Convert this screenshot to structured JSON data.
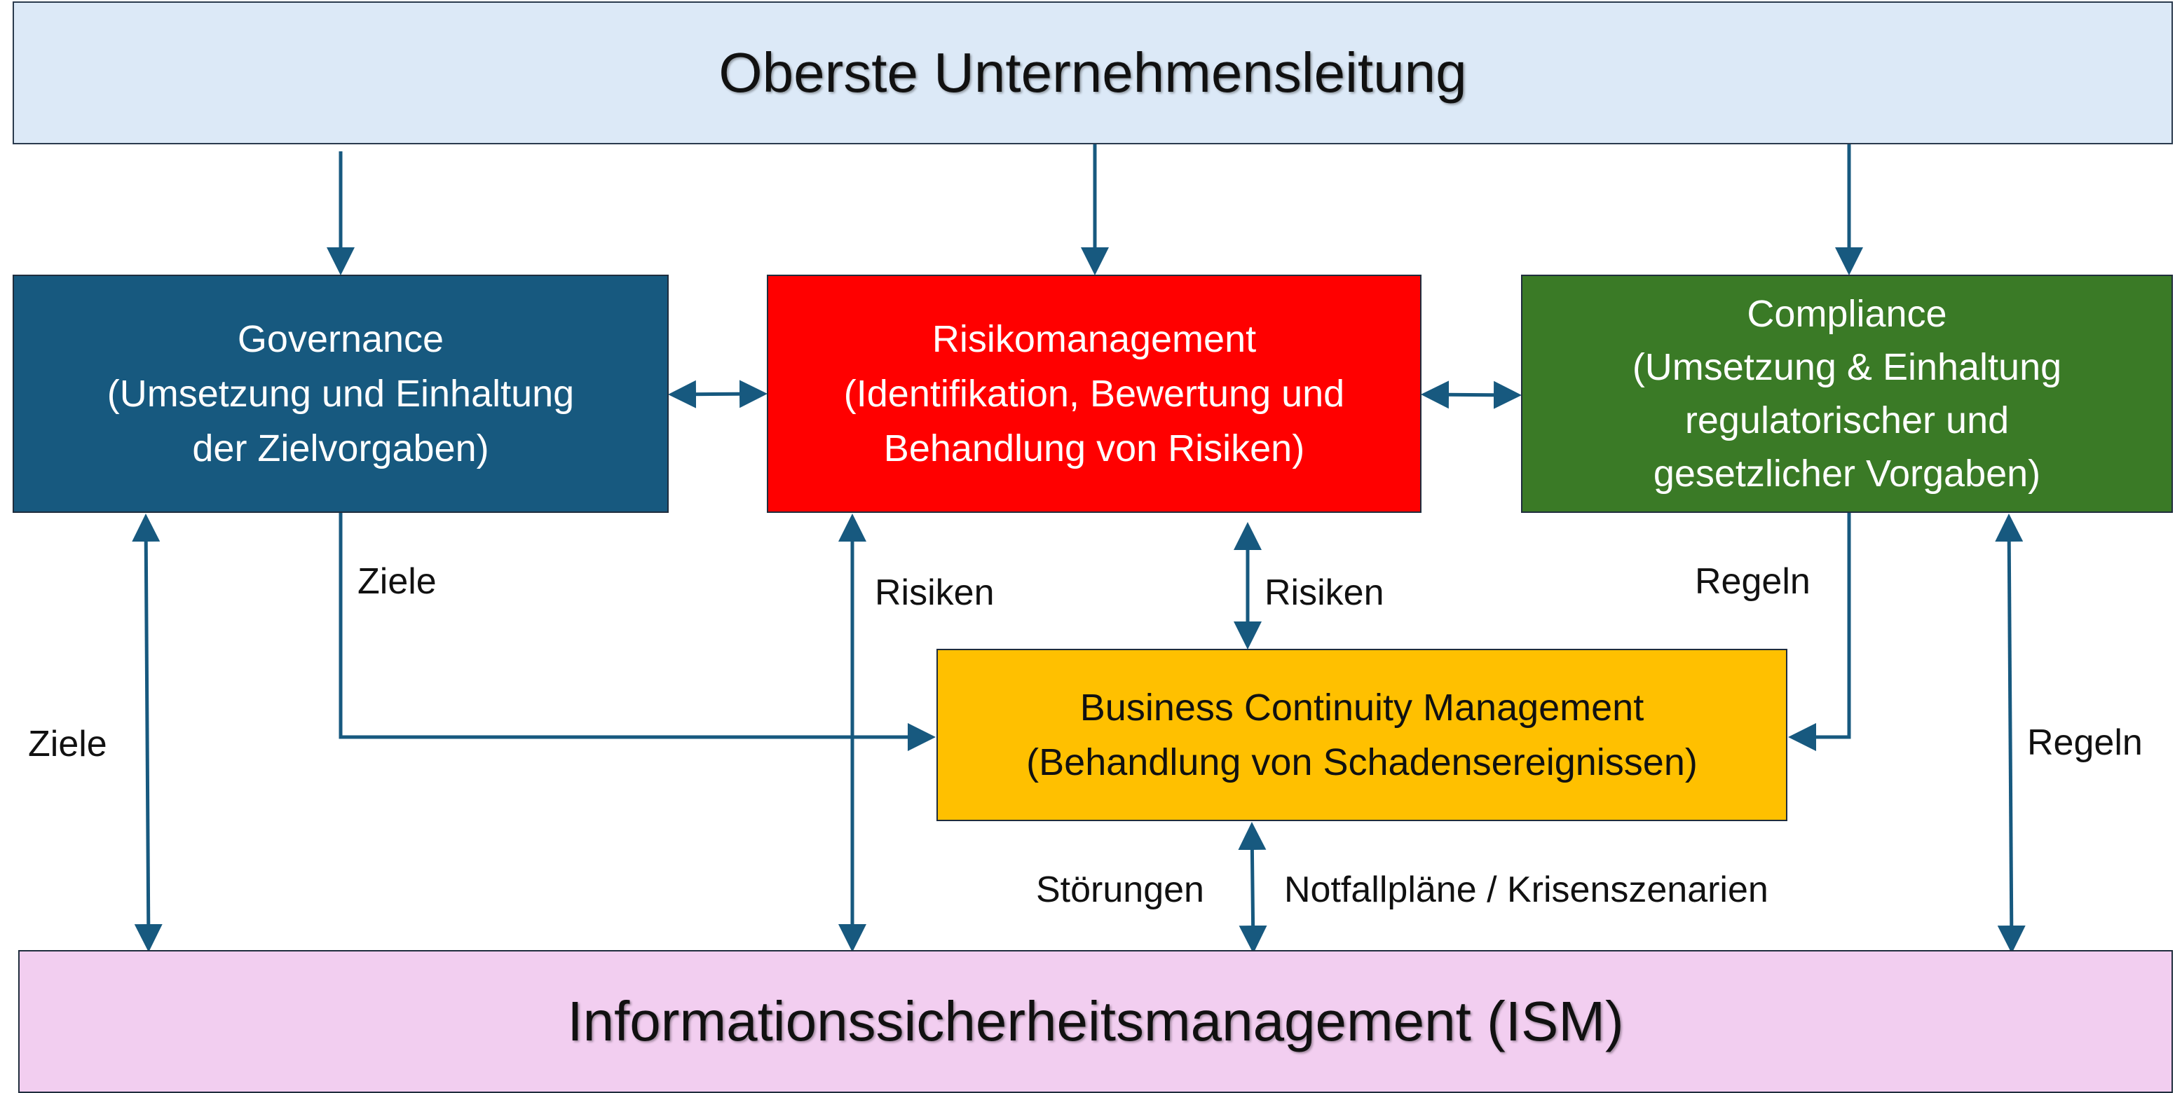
{
  "boxes": {
    "top": {
      "lines": [
        "Oberste Unternehmensleitung"
      ]
    },
    "governance": {
      "lines": [
        "Governance",
        "(Umsetzung und Einhaltung",
        "der Zielvorgaben)"
      ]
    },
    "risk": {
      "lines": [
        "Risikomanagement",
        "(Identifikation, Bewertung und",
        "Behandlung von Risiken)"
      ]
    },
    "compliance": {
      "lines": [
        "Compliance",
        "(Umsetzung & Einhaltung",
        "regulatorischer und",
        "gesetzlicher Vorgaben)"
      ]
    },
    "bcm": {
      "lines": [
        "Business Continuity Management",
        "(Behandlung von Schadensereignissen)"
      ]
    },
    "ism": {
      "lines": [
        "Informationssicherheitsmanagement (ISM)"
      ]
    }
  },
  "labels": {
    "ziele_gov_bcm": "Ziele",
    "ziele_gov_ism": "Ziele",
    "risiken_risk_ism": "Risiken",
    "risiken_risk_bcm": "Risiken",
    "regeln_comp_bcm": "Regeln",
    "regeln_comp_ism": "Regeln",
    "stoerungen": "Störungen",
    "notfallplaene": "Notfallpläne / Krisenszenarien"
  },
  "colors": {
    "top": "#dce9f7",
    "governance": "#17597f",
    "risk": "#ff0000",
    "compliance": "#3a7a26",
    "bcm": "#ffc000",
    "ism": "#f2cef0",
    "arrow": "#17597f"
  }
}
